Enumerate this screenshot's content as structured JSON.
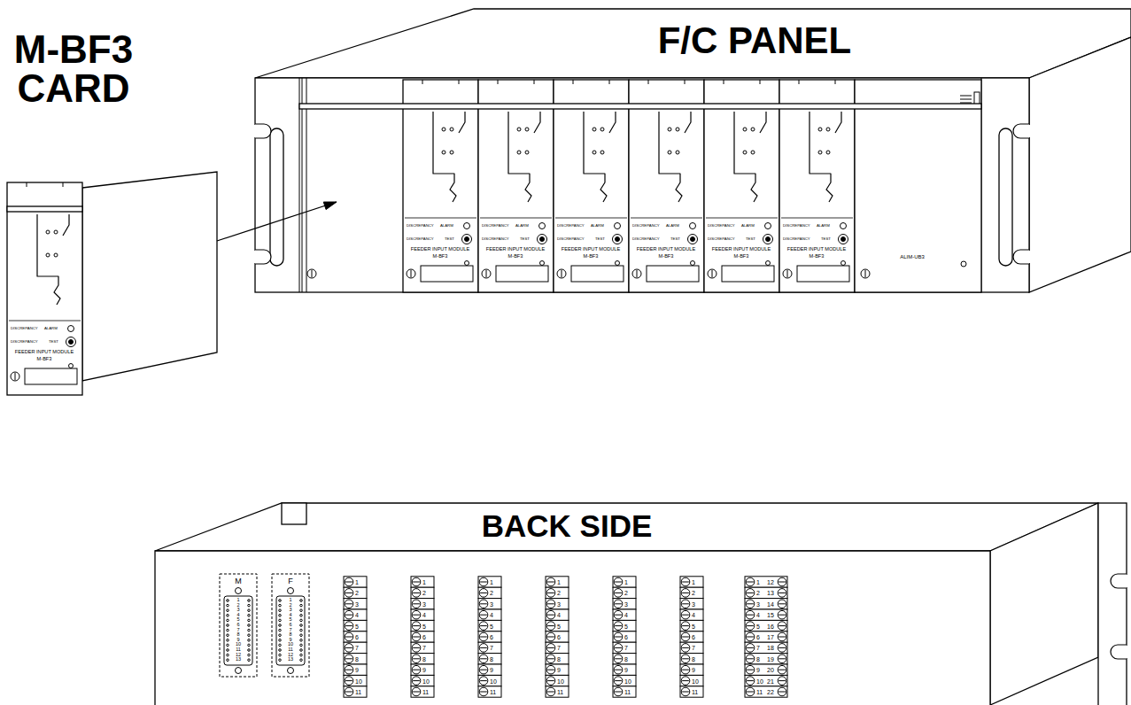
{
  "diagram": {
    "nodes": [
      {
        "text": [
          "M-BF3 CARD"
        ]
      },
      {
        "text": [
          "F/C PANEL"
        ]
      },
      {
        "text": [
          "BACK SIDE"
        ]
      }
    ],
    "edges": [
      {
        "from": 0,
        "to": 1,
        "arrow": "to"
      }
    ],
    "labels": [
      "DISCREPANCY",
      "ALARM",
      "DISCREPANCY",
      "TEST",
      "FEEDER INPUT MODULE",
      "M-BF3",
      "DISCREPANCY",
      "ALARM",
      "DISCREPANCY",
      "TEST",
      "FEEDER INPUT MODULE",
      "M-BF3",
      "DISCREPANCY",
      "ALARM",
      "DISCREPANCY",
      "TEST",
      "FEEDER INPUT MODULE",
      "M-BF3",
      "DISCREPANCY",
      "ALARM",
      "DISCREPANCY",
      "TEST",
      "FEEDER INPUT MODULE",
      "M-BF3",
      "DISCREPANCY",
      "ALARM",
      "DISCREPANCY",
      "TEST",
      "FEEDER INPUT MODULE",
      "M-BF3",
      "DISCREPANCY",
      "ALARM",
      "DISCREPANCY",
      "TEST",
      "FEEDER INPUT MODULE",
      "M-BF3",
      "DISCREPANCY",
      "ALARM",
      "DISCREPANCY",
      "TEST",
      "FEEDER INPUT MODULE",
      "M-BF3",
      "ALIM-UB3",
      "M",
      "1",
      "2",
      "3",
      "4",
      "5",
      "6",
      "7",
      "8",
      "9",
      "10",
      "11",
      "12",
      "13",
      "F",
      "1",
      "2",
      "3",
      "4",
      "5",
      "6",
      "7",
      "8",
      "9",
      "10",
      "11",
      "12",
      "13",
      "1",
      "2",
      "3",
      "4",
      "5",
      "6",
      "7",
      "8",
      "9",
      "10",
      "11",
      "1",
      "2",
      "3",
      "4",
      "5",
      "6",
      "7",
      "8",
      "9",
      "10",
      "11",
      "1",
      "2",
      "3",
      "4",
      "5",
      "6",
      "7",
      "8",
      "9",
      "10",
      "11",
      "1",
      "2",
      "3",
      "4",
      "5",
      "6",
      "7",
      "8",
      "9",
      "10",
      "11",
      "1",
      "2",
      "3",
      "4",
      "5",
      "6",
      "7",
      "8",
      "9",
      "10",
      "11",
      "1",
      "2",
      "3",
      "4",
      "5",
      "6",
      "7",
      "8",
      "9",
      "10",
      "11",
      "1",
      "2",
      "3",
      "4",
      "5",
      "6",
      "7",
      "8",
      "9",
      "10",
      "11",
      "12",
      "13",
      "14",
      "15",
      "16",
      "17",
      "18",
      "19",
      "20",
      "21",
      "22"
    ]
  }
}
